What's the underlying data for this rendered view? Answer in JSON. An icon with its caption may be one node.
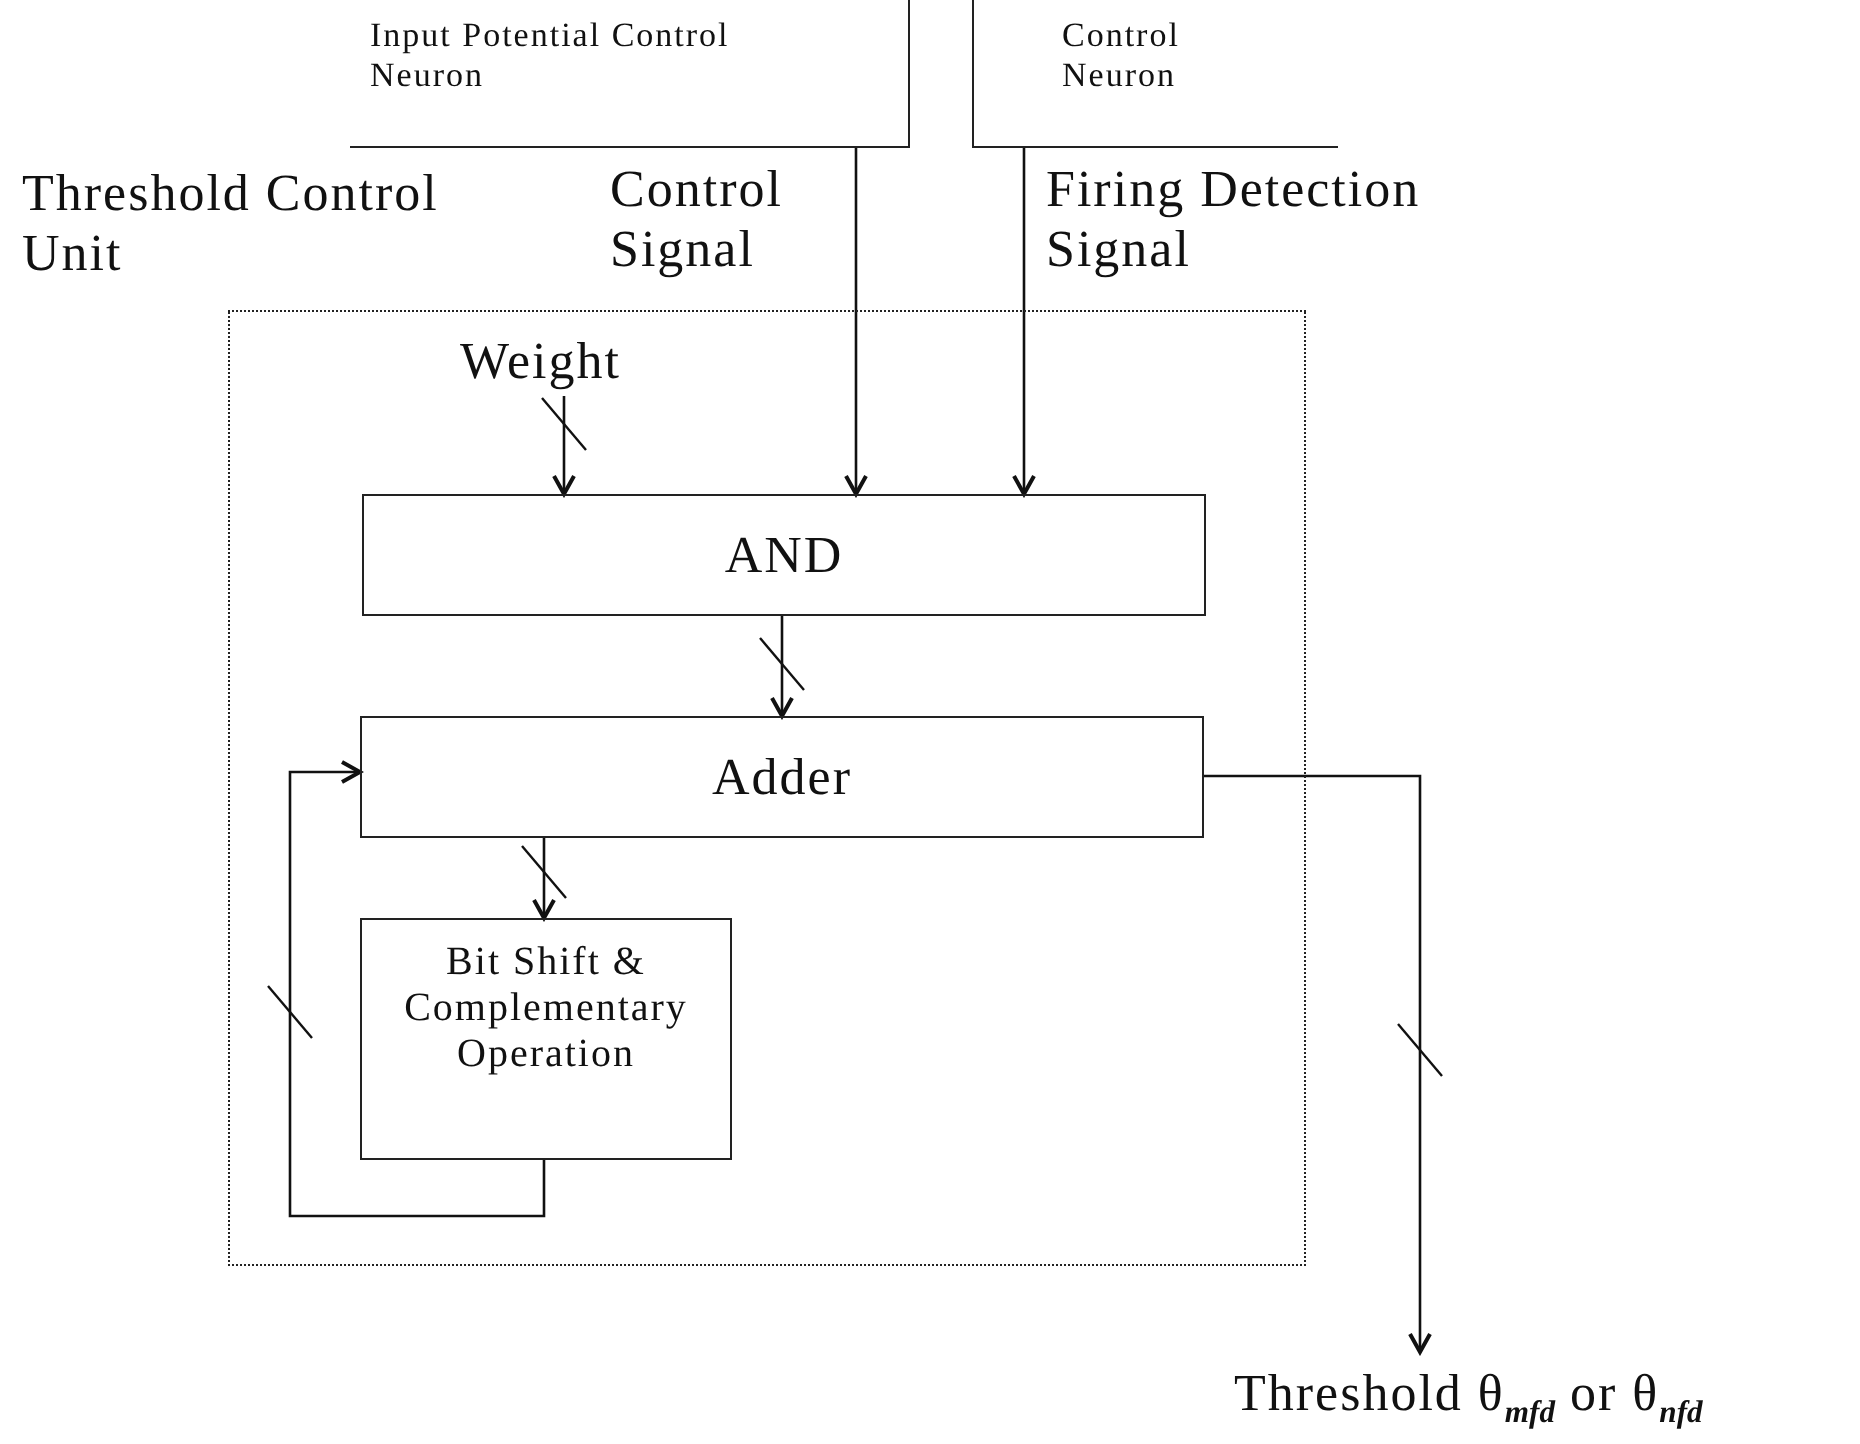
{
  "diagram": {
    "nodes": [
      {
        "text": [
          "Input Potential Control Neuron"
        ]
      },
      {
        "text": [
          "Control Neuron"
        ]
      },
      {
        "text": [
          "Threshold Control Unit"
        ]
      },
      {
        "text": [
          "Weight"
        ],
        "in": 2
      },
      {
        "text": [
          "AND"
        ],
        "in": 2
      },
      {
        "text": [
          "Adder"
        ],
        "in": 2
      },
      {
        "text": [
          "Bit Shift & Complementary Operation"
        ],
        "in": 2
      },
      {
        "text": [
          "Threshold θ$_{mfd}$ or θ$_{nfd}$"
        ]
      }
    ],
    "edges": [
      {
        "from": 0,
        "to": 4,
        "arrow": "to",
        "label": "Control Signal"
      },
      {
        "from": 1,
        "to": 4,
        "arrow": "to",
        "label": "Firing Detection Signal"
      },
      {
        "from": 3,
        "to": 4,
        "arrow": "to"
      },
      {
        "from": 4,
        "to": 5,
        "arrow": "to"
      },
      {
        "from": 5,
        "to": 6,
        "arrow": "to"
      },
      {
        "from": 6,
        "to": 5,
        "arrow": "to"
      },
      {
        "from": 5,
        "to": 7,
        "arrow": "to"
      }
    ]
  }
}
